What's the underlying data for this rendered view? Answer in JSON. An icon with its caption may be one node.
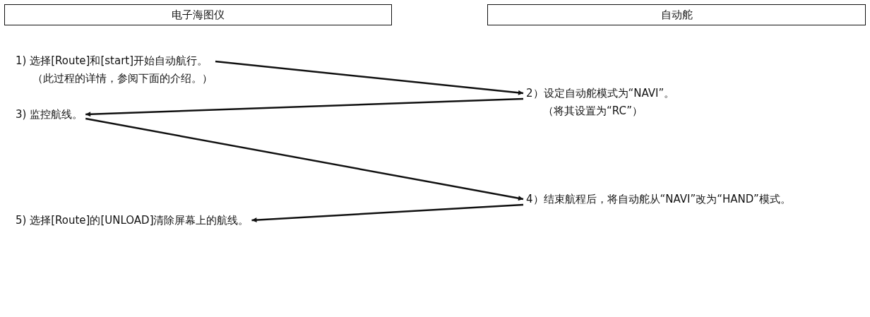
{
  "diagram": {
    "nodes": [
      {
        "text": [
          "电子海图仪"
        ]
      },
      {
        "text": [
          "自动舵"
        ]
      },
      {
        "text": [
          "1) 选择[Route]和[start]开始自动航行。",
          "（此过程的详情，参阅下面的介绍。）"
        ]
      },
      {
        "text": [
          "2）设定自动舵模式为“NAVI”。",
          "（将其设置为“RC”）"
        ]
      },
      {
        "text": [
          "3) 监控航线。"
        ]
      },
      {
        "text": [
          "4）结束航程后，将自动舵从“NAVI”改为“HAND”模式。"
        ]
      },
      {
        "text": [
          "5) 选择[Route]的[UNLOAD]清除屏幕上的航线。"
        ]
      }
    ],
    "edges": [
      {
        "from": 2,
        "to": 3,
        "arrow": "to"
      },
      {
        "from": 3,
        "to": 4,
        "arrow": "to"
      },
      {
        "from": 4,
        "to": 5,
        "arrow": "to"
      },
      {
        "from": 5,
        "to": 6,
        "arrow": "to"
      }
    ]
  }
}
